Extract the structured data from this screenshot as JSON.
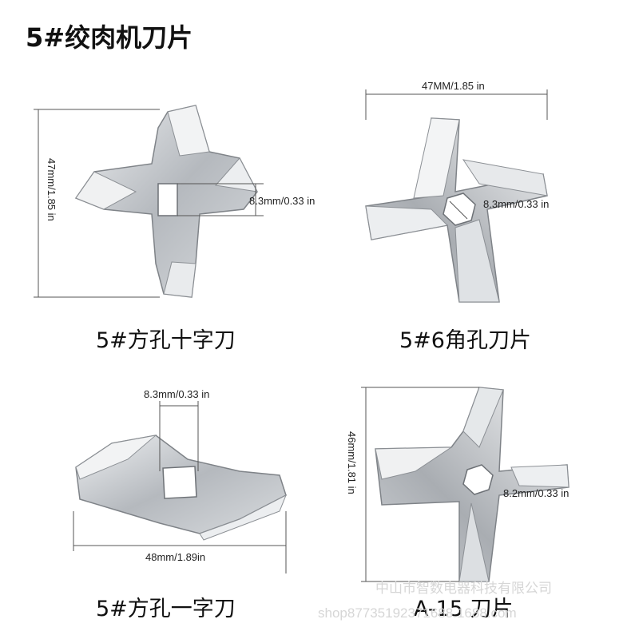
{
  "title": "5#绞肉机刀片",
  "panels": [
    {
      "caption": "5#方孔十字刀",
      "dim_vertical": "47mm/1.85 in",
      "dim_hole": "8.3mm/0.33 in"
    },
    {
      "caption": "5#6角孔刀片",
      "dim_horizontal": "47MM/1.85 in",
      "dim_hole": "8.3mm/0.33 in"
    },
    {
      "caption": "5#方孔一字刀",
      "dim_hole": "8.3mm/0.33 in",
      "dim_horizontal": "48mm/1.89in"
    },
    {
      "caption": "A-15 刀片",
      "dim_vertical": "46mm/1.81 in",
      "dim_hole": "8.2mm/0.33 in"
    }
  ],
  "watermark": {
    "company": "中山市智数电器科技有限公司",
    "shop": "shop87735192371688.1688.com"
  },
  "colors": {
    "steel_light": "#e4e6e8",
    "steel_mid": "#b9bcc0",
    "steel_dark": "#8c9095",
    "dim_line": "#555555"
  }
}
